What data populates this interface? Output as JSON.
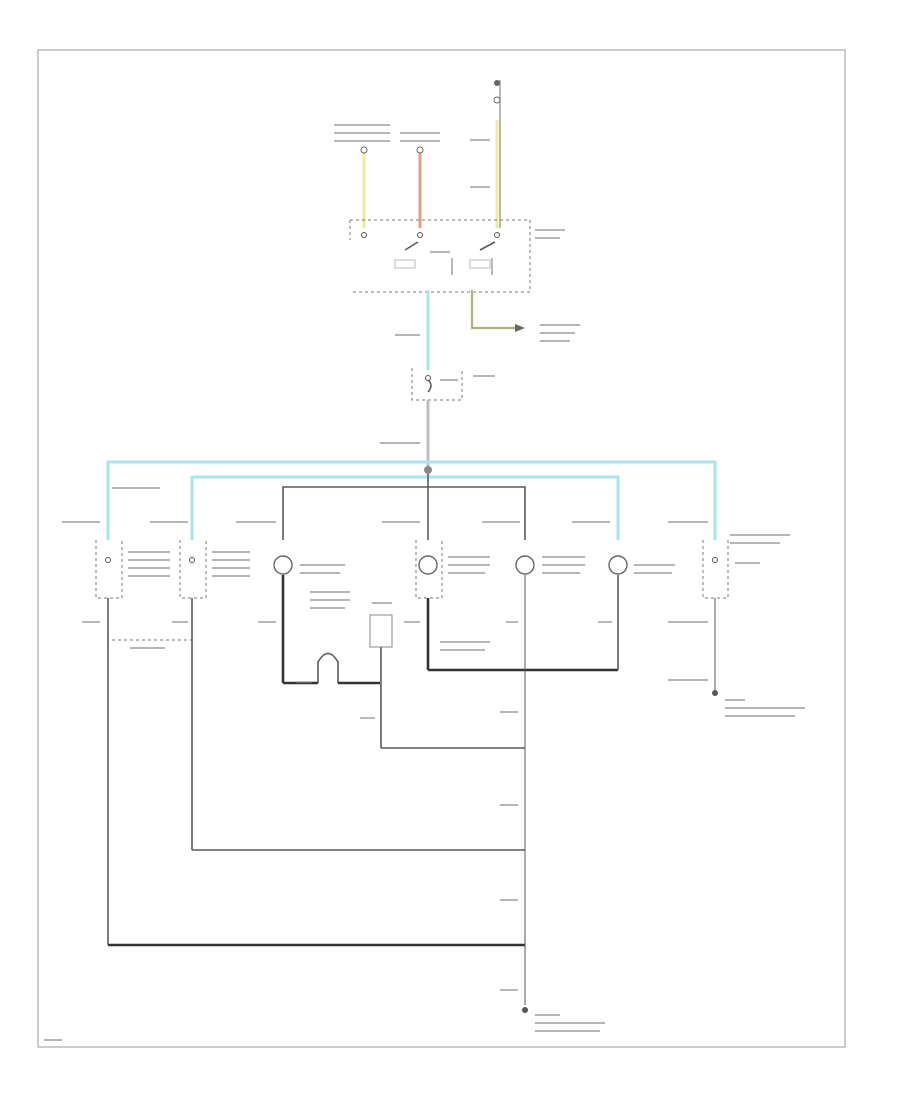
{
  "colors": {
    "light_blue": "#a6e6ec",
    "yellow": "#ecec9a",
    "orange": "#e0a080",
    "gray": "#bdbdbd",
    "wire": "#5a5a5a"
  },
  "wires": {
    "light_blue": "light-blue",
    "yellow": "yellow",
    "orange": "orange",
    "gray": "gray",
    "black": "black"
  }
}
